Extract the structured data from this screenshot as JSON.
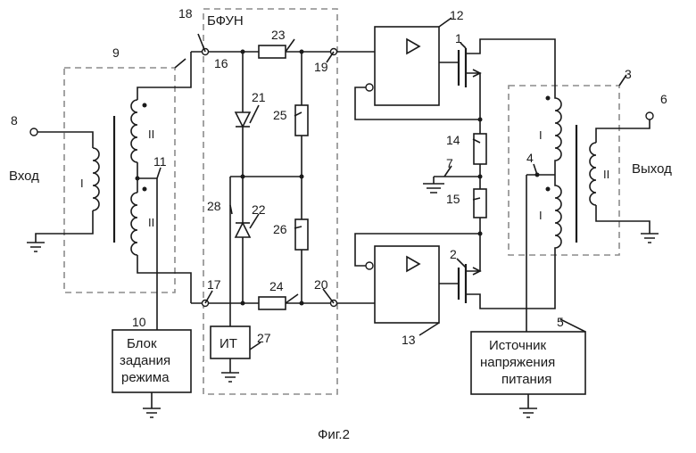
{
  "figure": {
    "caption": "Фиг.2",
    "input_label": "Вход",
    "output_label": "Выход",
    "bfun_label": "БФУН",
    "it_label": "ИТ",
    "mode_block": [
      "Блок",
      "задания",
      "режима"
    ],
    "power_block": [
      "Источник",
      "напряжения",
      "питания"
    ],
    "winding_I": "I",
    "winding_II": "II",
    "numbers": {
      "n1": "1",
      "n2": "2",
      "n3": "3",
      "n4": "4",
      "n5": "5",
      "n6": "6",
      "n7": "7",
      "n8": "8",
      "n9": "9",
      "n10": "10",
      "n11": "11",
      "n12": "12",
      "n13": "13",
      "n14": "14",
      "n15": "15",
      "n16": "16",
      "n17": "17",
      "n18": "18",
      "n19": "19",
      "n20": "20",
      "n21": "21",
      "n22": "22",
      "n23": "23",
      "n24": "24",
      "n25": "25",
      "n26": "26",
      "n27": "27",
      "n28": "28"
    }
  }
}
